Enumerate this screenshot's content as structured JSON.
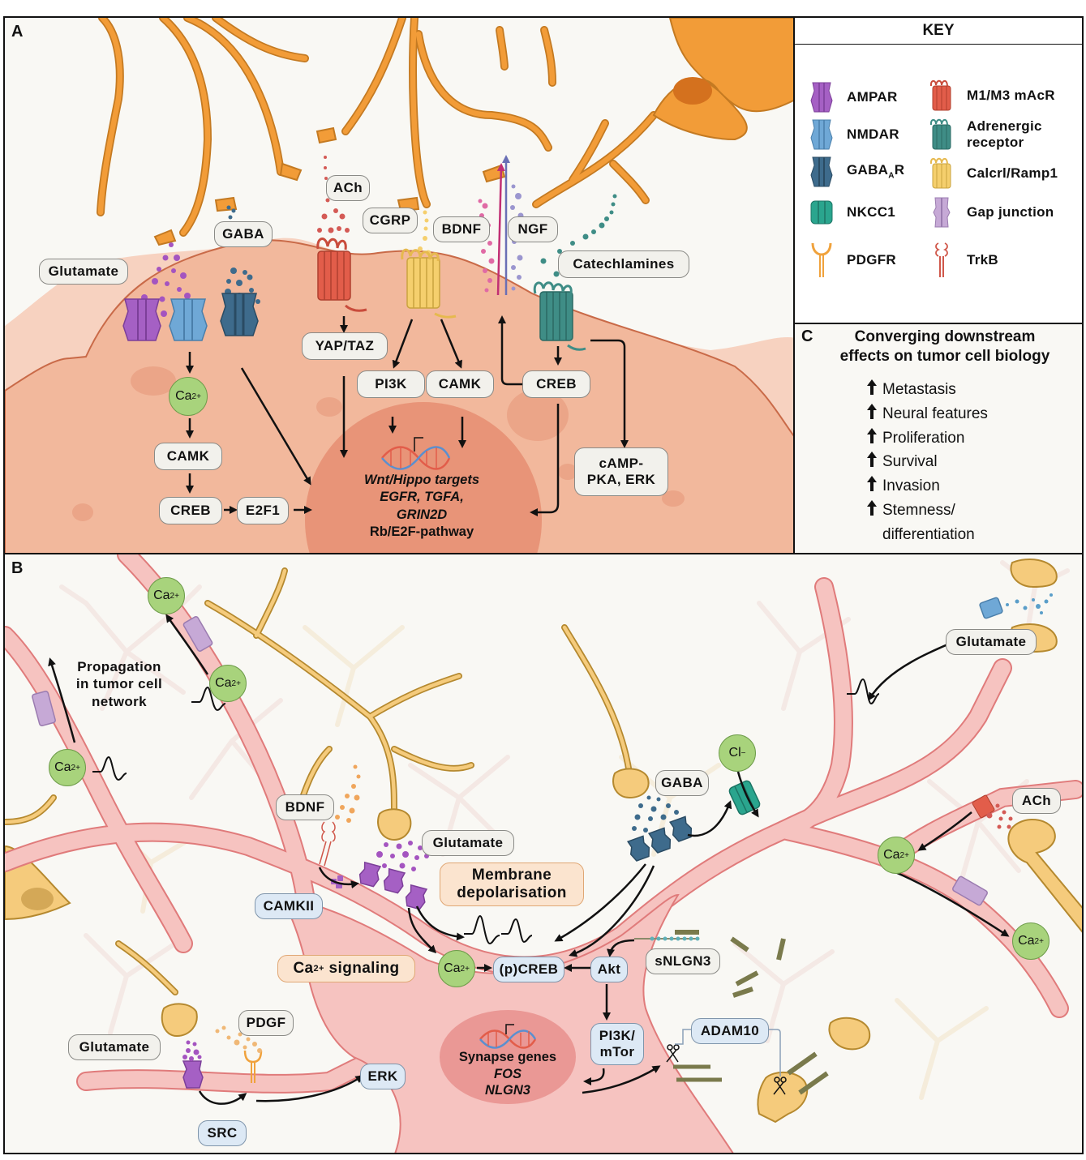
{
  "panels": {
    "a": {
      "letter": "A"
    },
    "b": {
      "letter": "B"
    },
    "c": {
      "letter": "C",
      "title_line1": "Converging downstream",
      "title_line2": "effects on tumor cell biology",
      "effects": [
        {
          "direction": "up",
          "label": "Metastasis"
        },
        {
          "direction": "up",
          "label": "Neural features"
        },
        {
          "direction": "up",
          "label": "Proliferation"
        },
        {
          "direction": "up",
          "label": "Survival"
        },
        {
          "direction": "up",
          "label": "Invasion"
        },
        {
          "direction": "up",
          "label": "Stemness/",
          "label2": "differentiation"
        }
      ]
    }
  },
  "key": {
    "title": "KEY",
    "items": [
      {
        "icon": "ampar-icon",
        "label": "AMPAR",
        "color": "#a560c4"
      },
      {
        "icon": "nmdar-icon",
        "label": "NMDAR",
        "color": "#6fa8d6"
      },
      {
        "icon": "gabaar-icon",
        "label": "GABA",
        "sub": "A",
        "suffix": "R",
        "color": "#3e6b8c"
      },
      {
        "icon": "nkcc1-icon",
        "label": "NKCC1",
        "color": "#2aa58e"
      },
      {
        "icon": "pdgfr-icon",
        "label": "PDGFR",
        "color": "#f0a23c"
      },
      {
        "icon": "m1m3-macr-icon",
        "label": "M1/M3 mAcR",
        "color": "#e25d4a"
      },
      {
        "icon": "adrenergic-receptor-icon",
        "label": "Adrenergic",
        "label2": "receptor",
        "color": "#3f8d86"
      },
      {
        "icon": "calcrl-ramp1-icon",
        "label": "Calcrl/Ramp1",
        "color": "#f5cf6d"
      },
      {
        "icon": "gap-junction-icon",
        "label": "Gap junction",
        "color": "#c6a9d6"
      },
      {
        "icon": "trkb-icon",
        "label": "TrkB",
        "color": "#d0574a"
      }
    ]
  },
  "panel_a": {
    "labels": {
      "glutamate": "Glutamate",
      "gaba": "GABA",
      "ach": "ACh",
      "cgrp": "CGRP",
      "bdnf": "BDNF",
      "ngf": "NGF",
      "catecholamines": "Catechlamines",
      "ca": "Ca",
      "ca_sup": "2+",
      "camk_left": "CAMK",
      "creb_left": "CREB",
      "e2f1": "E2F1",
      "yap_taz": "YAP/TAZ",
      "pi3k": "PI3K",
      "camk_mid": "CAMK",
      "creb_right": "CREB",
      "camp_line1": "cAMP-",
      "camp_line2": "PKA, ERK"
    },
    "nucleus": {
      "line1": "Wnt/Hippo targets",
      "line2": "EGFR, TGFA,",
      "line3": "GRIN2D",
      "line4": "Rb/E2F-pathway"
    }
  },
  "panel_b": {
    "labels": {
      "propagation_line1": "Propagation",
      "propagation_line2": "in tumor cell",
      "propagation_line3": "network",
      "ca": "Ca",
      "ca_sup": "2+",
      "cl": "Cl",
      "cl_sup": "−",
      "bdnf": "BDNF",
      "glutamate_center": "Glutamate",
      "glutamate_topright": "Glutamate",
      "glutamate_bottomleft": "Glutamate",
      "gaba": "GABA",
      "ach": "ACh",
      "camkii": "CAMKII",
      "membrane_line1": "Membrane",
      "membrane_line2": "depolarisation",
      "ca_signaling_prefix": "Ca",
      "ca_signaling_sup": "2+",
      "ca_signaling_suffix": " signaling",
      "pcreb": "(p)CREB",
      "akt": "Akt",
      "snlgn3": "sNLGN3",
      "pi3k_mtor_line1": "PI3K/",
      "pi3k_mtor_line2": "mTor",
      "adam10": "ADAM10",
      "pdgf": "PDGF",
      "src": "SRC",
      "erk": "ERK"
    },
    "nucleus": {
      "line1": "Synapse genes",
      "line2": "FOS",
      "line3": "NLGN3"
    }
  },
  "colors": {
    "neuron_orange": "#f29c38",
    "neuron_outline": "#c47a22",
    "tumor_cell_a": "#f2b89c",
    "tumor_outline": "#c96a48",
    "nucleus_a": "#e89478",
    "tumor_pink": "#f6c3c0",
    "tumor_pink_outline": "#e07b7b",
    "nucleus_b": "#ea9895",
    "neuron_tan": "#f5cb7c",
    "calcium_green": "#a8d37c",
    "background": "#f9f8f4"
  }
}
